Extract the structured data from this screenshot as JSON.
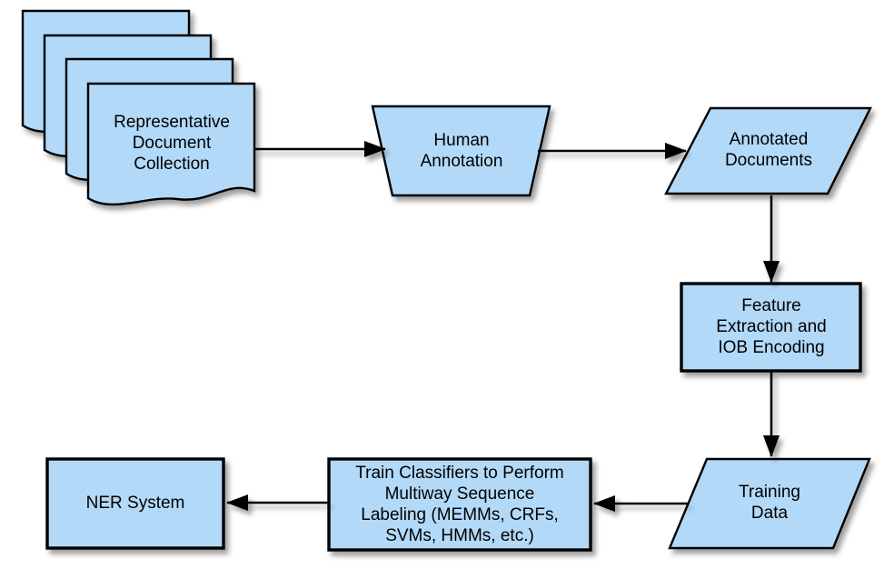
{
  "page": {
    "background": "#ffffff"
  },
  "colors": {
    "node_fill": "#b3d9f8",
    "line": "#000000",
    "text": "#000000"
  },
  "diagram": {
    "type": "flowchart",
    "nodes": [
      {
        "id": "representative-document-collection",
        "shape": "document-stack",
        "label": "Representative\nDocument\nCollection"
      },
      {
        "id": "human-annotation",
        "shape": "trapezoid",
        "label": "Human\nAnnotation"
      },
      {
        "id": "annotated-documents",
        "shape": "parallelogram",
        "label": "Annotated\nDocuments"
      },
      {
        "id": "feature-extraction-iob-encoding",
        "shape": "rectangle",
        "label": "Feature\nExtraction and\nIOB Encoding"
      },
      {
        "id": "training-data",
        "shape": "parallelogram",
        "label": "Training\nData"
      },
      {
        "id": "train-classifiers",
        "shape": "rectangle",
        "label": "Train Classifiers to Perform\nMultiway Sequence\nLabeling (MEMMs, CRFs,\nSVMs, HMMs, etc.)"
      },
      {
        "id": "ner-system",
        "shape": "rectangle",
        "label": "NER System"
      }
    ],
    "edges": [
      {
        "from": "representative-document-collection",
        "to": "human-annotation"
      },
      {
        "from": "human-annotation",
        "to": "annotated-documents"
      },
      {
        "from": "annotated-documents",
        "to": "feature-extraction-iob-encoding"
      },
      {
        "from": "feature-extraction-iob-encoding",
        "to": "training-data"
      },
      {
        "from": "training-data",
        "to": "train-classifiers"
      },
      {
        "from": "train-classifiers",
        "to": "ner-system"
      }
    ]
  }
}
